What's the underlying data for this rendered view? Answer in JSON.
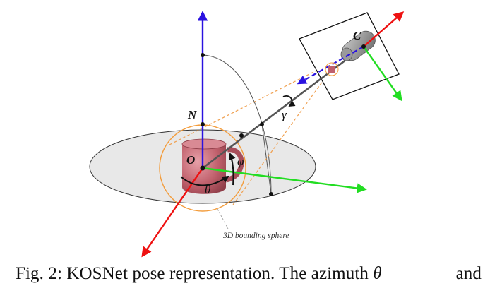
{
  "diagram": {
    "labels": {
      "camera": "C",
      "north": "N",
      "origin": "O",
      "theta": "θ",
      "phi": "φ",
      "gamma": "γ",
      "sphere": "3D bounding sphere"
    },
    "colors": {
      "z_axis": "#2a12e0",
      "x_axis": "#ee1111",
      "y_axis": "#22dd22",
      "dashed_lines": "#f0a050",
      "sphere": "#f39c3b",
      "ground_plane": "#e8e8e8",
      "mug": "#c0606c",
      "camera_body": "#8a8a8a"
    },
    "icons": [
      "mug-icon",
      "camera-icon"
    ]
  },
  "caption": {
    "prefix": "Fig. 2: KOSNet pose representation. The azimuth",
    "symbol": "θ",
    "suffix": "and"
  }
}
